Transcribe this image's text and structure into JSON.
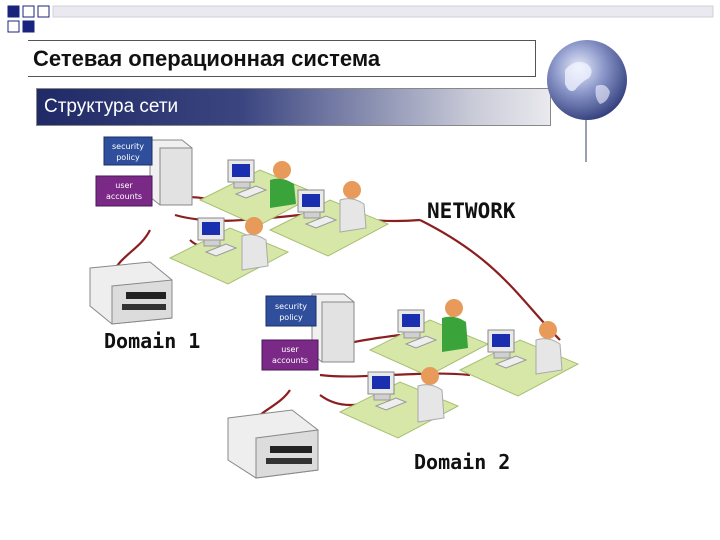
{
  "slide": {
    "title": "Сетевая операционная система",
    "subtitle": "Структура сети"
  },
  "diagram": {
    "network_label": "NETWORK",
    "domains": [
      {
        "label": "Domain 1",
        "security_label_line1": "security",
        "security_label_line2": "policy",
        "accounts_label_line1": "user",
        "accounts_label_line2": "accounts"
      },
      {
        "label": "Domain 2",
        "security_label_line1": "security",
        "security_label_line2": "policy",
        "accounts_label_line1": "user",
        "accounts_label_line2": "accounts"
      }
    ]
  },
  "colors": {
    "security_box": "#2f4f9c",
    "accounts_box": "#7a2a86",
    "cable": "#8b1f1f",
    "desk": "#d6e7a8",
    "subtitle_bar_dark": "#1f2a66",
    "deco_square": "#1a237e"
  }
}
